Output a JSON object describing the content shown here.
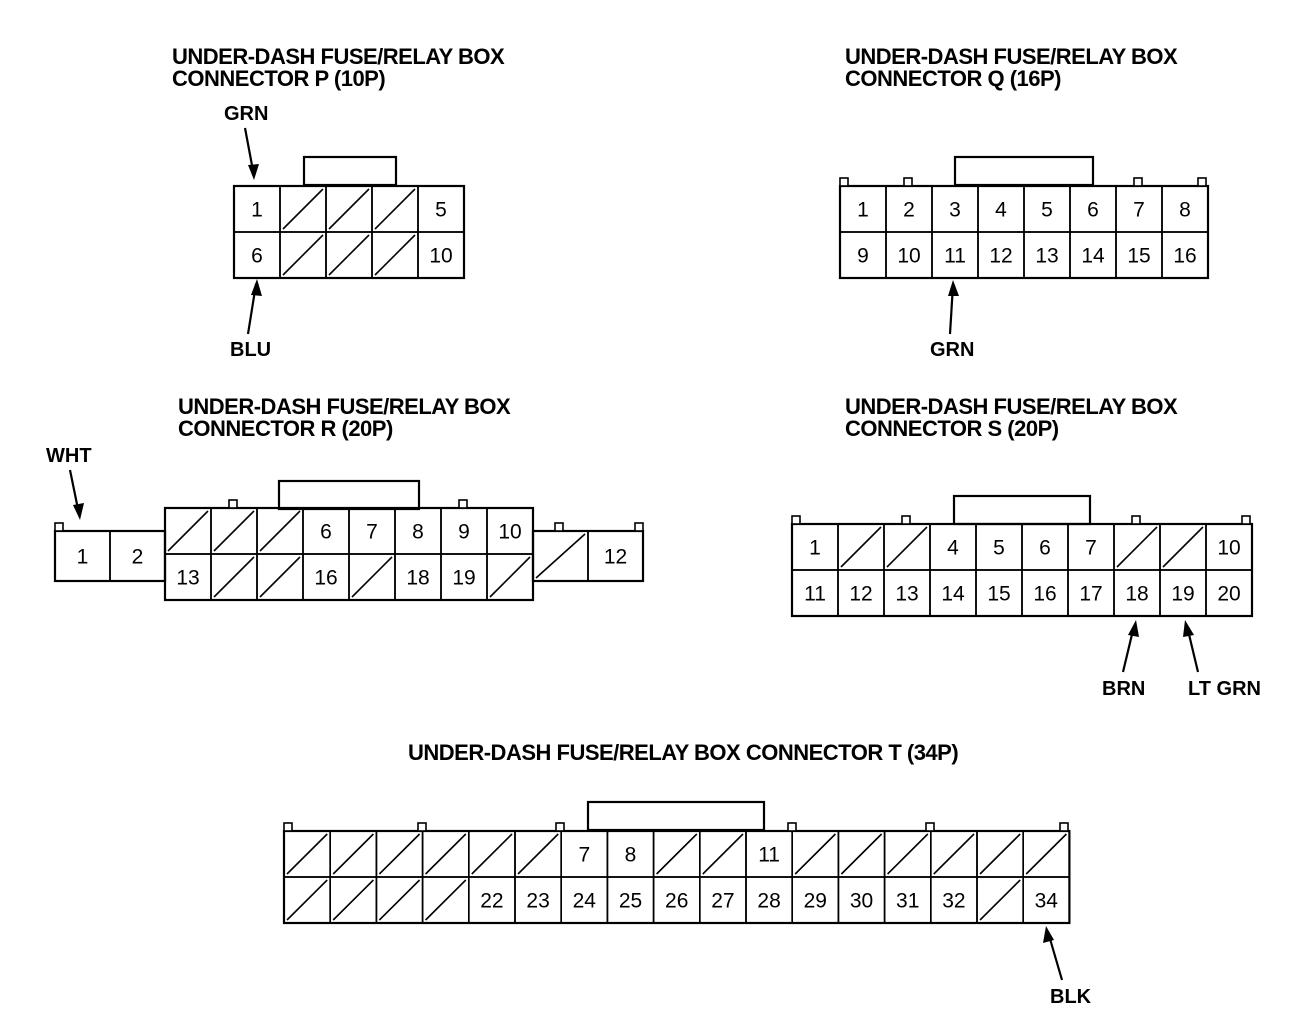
{
  "connectors": [
    {
      "id": "P",
      "title_line1": "UNDER-DASH FUSE/RELAY BOX",
      "title_line2": "CONNECTOR P (10P)",
      "rows": [
        [
          "1",
          "",
          "",
          "",
          "5"
        ],
        [
          "6",
          "",
          "",
          "",
          "10"
        ]
      ],
      "wires": [
        {
          "label": "GRN",
          "terminal": "1"
        },
        {
          "label": "BLU",
          "terminal": "6"
        }
      ]
    },
    {
      "id": "Q",
      "title_line1": "UNDER-DASH FUSE/RELAY BOX",
      "title_line2": "CONNECTOR Q (16P)",
      "rows": [
        [
          "1",
          "2",
          "3",
          "4",
          "5",
          "6",
          "7",
          "8"
        ],
        [
          "9",
          "10",
          "11",
          "12",
          "13",
          "14",
          "15",
          "16"
        ]
      ],
      "wires": [
        {
          "label": "GRN",
          "terminal": "11"
        }
      ]
    },
    {
      "id": "R",
      "title_line1": "UNDER-DASH FUSE/RELAY BOX",
      "title_line2": "CONNECTOR R (20P)",
      "left_pins": [
        "1",
        "2"
      ],
      "rows": [
        [
          "",
          "",
          "",
          "6",
          "7",
          "8",
          "9",
          "10"
        ],
        [
          "13",
          "",
          "",
          "16",
          "",
          "18",
          "19",
          ""
        ]
      ],
      "right_pins": [
        "",
        "12"
      ],
      "wires": [
        {
          "label": "WHT",
          "terminal": "1"
        }
      ]
    },
    {
      "id": "S",
      "title_line1": "UNDER-DASH FUSE/RELAY BOX",
      "title_line2": "CONNECTOR S (20P)",
      "rows": [
        [
          "1",
          "",
          "",
          "4",
          "5",
          "6",
          "7",
          "",
          "",
          "10"
        ],
        [
          "11",
          "12",
          "13",
          "14",
          "15",
          "16",
          "17",
          "18",
          "19",
          "20"
        ]
      ],
      "wires": [
        {
          "label": "BRN",
          "terminal": "18"
        },
        {
          "label": "LT GRN",
          "terminal": "19"
        }
      ]
    },
    {
      "id": "T",
      "title": "UNDER-DASH FUSE/RELAY BOX CONNECTOR T (34P)",
      "rows": [
        [
          "",
          "",
          "",
          "",
          "",
          "",
          "7",
          "8",
          "",
          "",
          "11",
          "",
          "",
          "",
          "",
          "",
          ""
        ],
        [
          "",
          "",
          "",
          "",
          "22",
          "23",
          "24",
          "25",
          "26",
          "27",
          "28",
          "29",
          "30",
          "31",
          "32",
          "",
          "34"
        ]
      ],
      "wires": [
        {
          "label": "BLK",
          "terminal": "34"
        }
      ]
    }
  ]
}
